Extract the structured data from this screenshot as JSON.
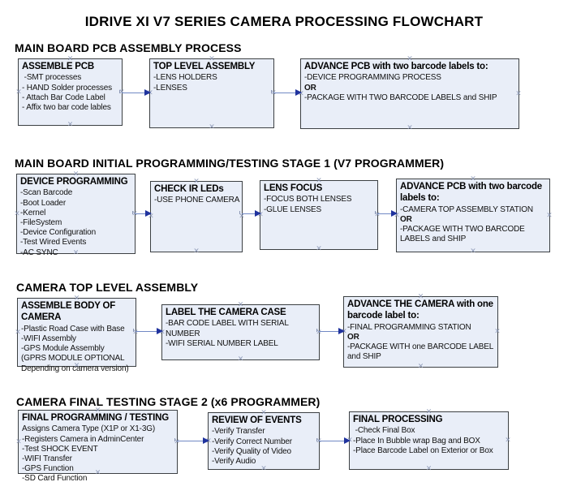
{
  "title": "IDRIVE XI V7 SERIES CAMERA PROCESSING FLOWCHART",
  "handle_glyph": "×",
  "colors": {
    "box_fill": "#e9eef8",
    "box_border": "#3c4043",
    "connector_line": "#7189c4",
    "connector_head": "#20339e",
    "handle": "#8b97b5"
  },
  "sections": [
    {
      "heading": "MAIN BOARD PCB ASSEMBLY PROCESS",
      "boxes": [
        {
          "title": "ASSEMBLE PCB",
          "items": [
            {
              "text": " -SMT processes"
            },
            {
              "text": "- HAND Solder processes"
            },
            {
              "text": "- Attach Bar Code Label"
            },
            {
              "text": "- Affix two bar code lables"
            }
          ]
        },
        {
          "title": "TOP LEVEL ASSEMBLY",
          "items": [
            {
              "text": "-LENS HOLDERS"
            },
            {
              "text": "-LENSES"
            }
          ]
        },
        {
          "title": "ADVANCE PCB with two barcode labels to:",
          "items": [
            {
              "text": "-DEVICE PROGRAMMING PROCESS"
            },
            {
              "text": "OR",
              "bold": true
            },
            {
              "text": "-PACKAGE WITH TWO BARCODE LABELS and SHIP"
            }
          ]
        }
      ]
    },
    {
      "heading": "MAIN BOARD INITIAL PROGRAMMING/TESTING STAGE 1 (V7 PROGRAMMER)",
      "boxes": [
        {
          "title": "DEVICE PROGRAMMING",
          "items": [
            {
              "text": "-Scan Barcode"
            },
            {
              "text": "-Boot Loader"
            },
            {
              "text": "-Kernel"
            },
            {
              "text": "-FileSystem"
            },
            {
              "text": "-Device Configuration"
            },
            {
              "text": "-Test Wired Events"
            },
            {
              "text": "-AC SYNC"
            }
          ]
        },
        {
          "title": "CHECK IR LEDs",
          "items": [
            {
              "text": "-USE PHONE CAMERA"
            }
          ]
        },
        {
          "title": "LENS FOCUS",
          "items": [
            {
              "text": "-FOCUS BOTH LENSES"
            },
            {
              "text": "-GLUE LENSES"
            }
          ]
        },
        {
          "title": "ADVANCE PCB with two barcode labels to:",
          "items": [
            {
              "text": "-CAMERA TOP ASSEMBLY STATION"
            },
            {
              "text": "OR",
              "bold": true
            },
            {
              "text": "-PACKAGE WITH TWO BARCODE LABELS and SHIP"
            }
          ]
        }
      ]
    },
    {
      "heading": "CAMERA TOP LEVEL ASSEMBLY",
      "boxes": [
        {
          "title": "ASSEMBLE BODY OF CAMERA",
          "items": [
            {
              "text": "-Plastic Road Case with Base"
            },
            {
              "text": "-WIFI Assembly"
            },
            {
              "text": "-GPS Module Assembly"
            },
            {
              "text": "(GPRS MODULE OPTIONAL Depending on camera version)"
            }
          ]
        },
        {
          "title": "LABEL THE CAMERA CASE",
          "items": [
            {
              "text": "-BAR CODE LABEL WITH SERIAL NUMBER"
            },
            {
              "text": "-WIFI SERIAL NUMBER LABEL"
            }
          ]
        },
        {
          "title": "ADVANCE THE CAMERA with one barcode label to:",
          "items": [
            {
              "text": "-FINAL PROGRAMMING STATION"
            },
            {
              "text": "OR",
              "bold": true
            },
            {
              "text": "-PACKAGE WITH one BARCODE LABEL and SHIP"
            }
          ]
        }
      ]
    },
    {
      "heading": "CAMERA FINAL TESTING STAGE 2 (x6 PROGRAMMER)",
      "boxes": [
        {
          "title": "FINAL PROGRAMMING / TESTING",
          "items": [
            {
              "text": "Assigns Camera Type (X1P or X1-3G)"
            },
            {
              "text": "-Registers Camera in AdminCenter"
            },
            {
              "text": "-Test SHOCK EVENT"
            },
            {
              "text": "-WIFI Transfer"
            },
            {
              "text": "-GPS Function"
            },
            {
              "text": "-SD Card Function"
            }
          ]
        },
        {
          "title": "REVIEW OF EVENTS",
          "items": [
            {
              "text": "-Verify Transfer"
            },
            {
              "text": "-Verify Correct Number"
            },
            {
              "text": "-Verify Quality of Video"
            },
            {
              "text": "-Verify Audio"
            }
          ]
        },
        {
          "title": "FINAL PROCESSING",
          "items": [
            {
              "text": " -Check Final Box"
            },
            {
              "text": "-Place In Bubble wrap Bag and BOX"
            },
            {
              "text": "-Place Barcode Label on Exterior or Box"
            }
          ]
        }
      ]
    }
  ]
}
